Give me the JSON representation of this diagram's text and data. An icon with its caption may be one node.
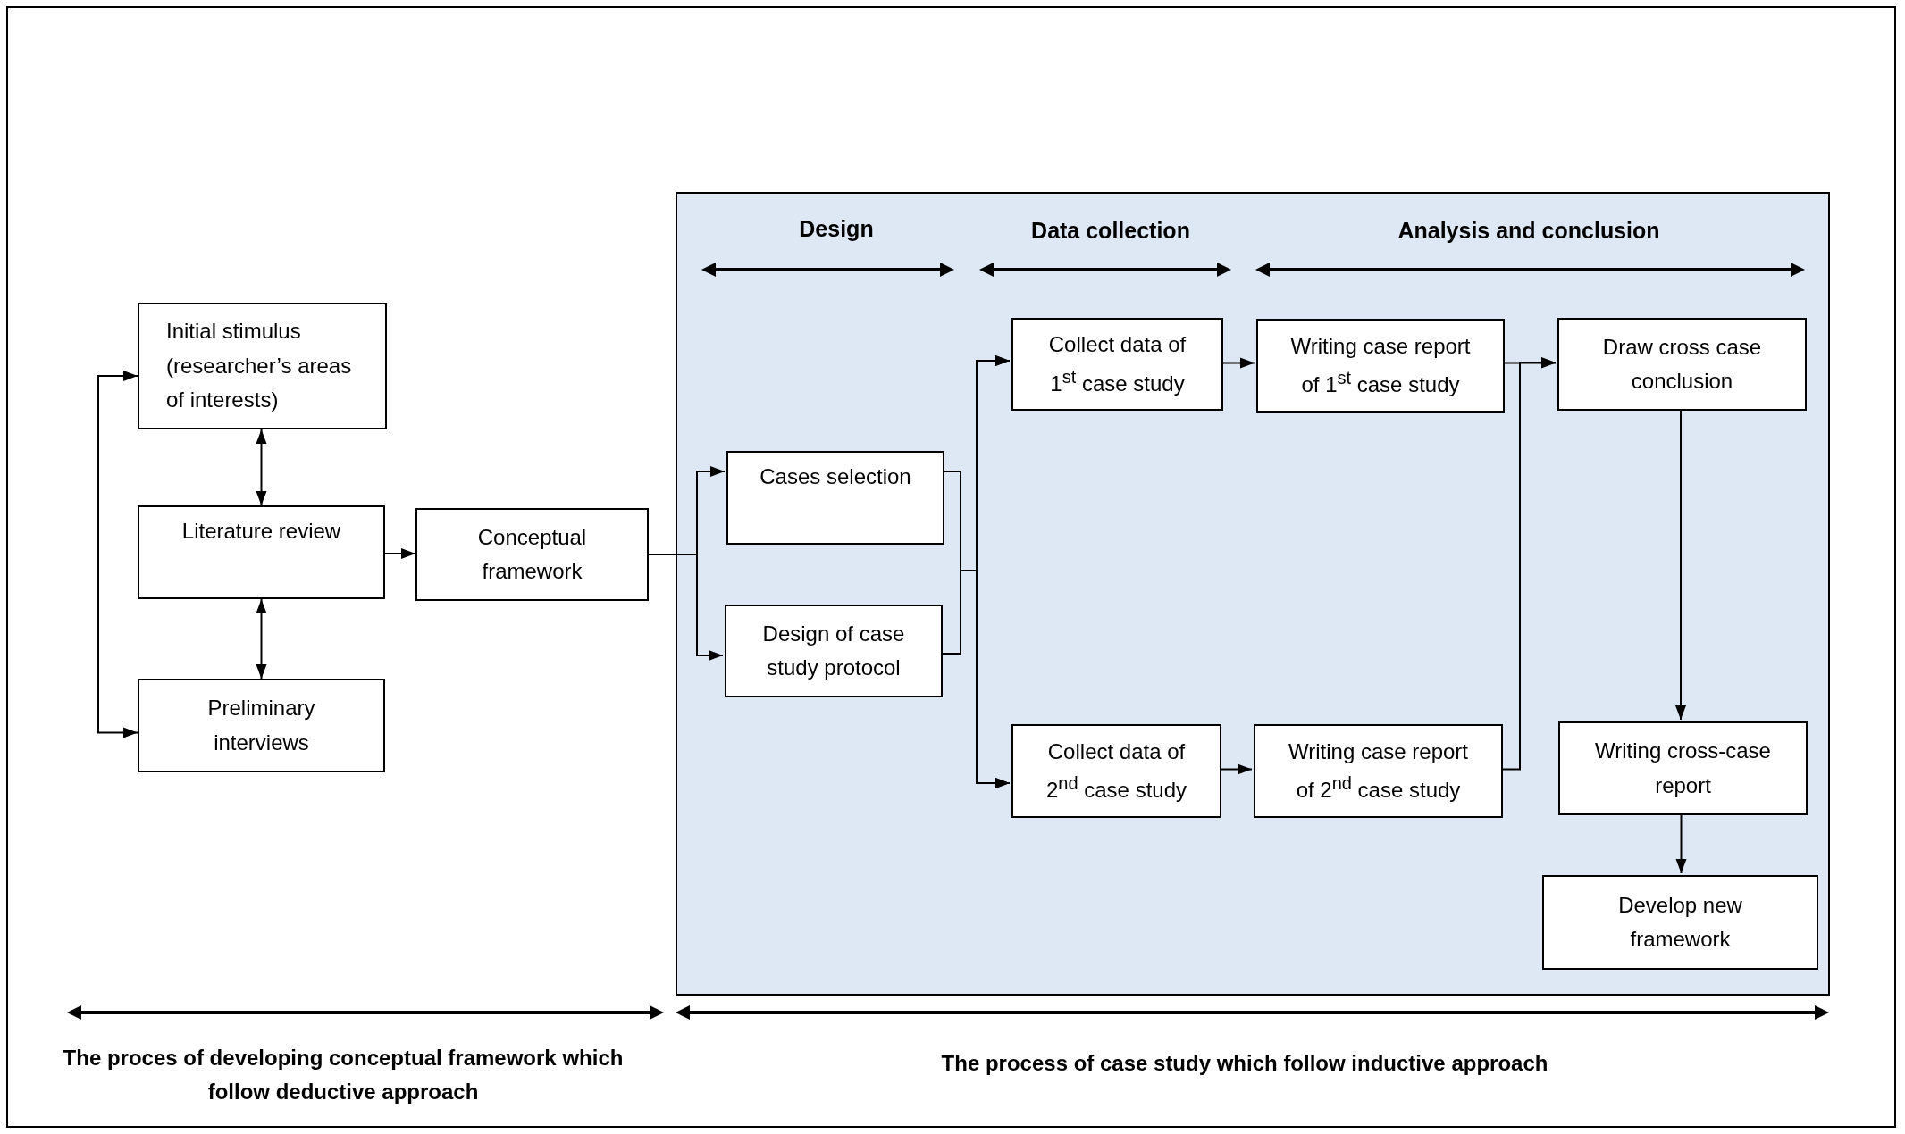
{
  "diagram": {
    "nodes": [
      {
        "text": [
          "Initial stimulus (researcher’s areas of interests)"
        ]
      },
      {
        "text": [
          "Literature review"
        ]
      },
      {
        "text": [
          "Preliminary interviews"
        ]
      },
      {
        "text": [
          "Conceptual framework"
        ]
      },
      {
        "text": [],
        "shape": "box"
      },
      {
        "text": [
          "Cases selection"
        ],
        "in": 4
      },
      {
        "text": [
          "Design of case study protocol"
        ],
        "in": 4
      },
      {
        "text": [
          "Collect data of 1$^{st}$ case study"
        ],
        "in": 4
      },
      {
        "text": [
          "Collect data of 2$^{nd}$ case study"
        ],
        "in": 4
      },
      {
        "text": [
          "Writing case report of 1$^{st}$ case study"
        ],
        "in": 4
      },
      {
        "text": [
          "Writing case report of 2$^{nd}$ case study"
        ],
        "in": 4
      },
      {
        "text": [
          "Draw cross case conclusion"
        ],
        "in": 4
      },
      {
        "text": [
          "Writing cross-case report"
        ],
        "in": 4
      },
      {
        "text": [
          "Develop new framework"
        ],
        "in": 4
      }
    ],
    "edges": [
      {
        "from": 0,
        "to": 1,
        "arrow": "both"
      },
      {
        "from": 1,
        "to": 2,
        "arrow": "both"
      },
      {
        "from": 0,
        "to": 2,
        "arrow": "both"
      },
      {
        "from": 1,
        "to": 3,
        "arrow": "to"
      },
      {
        "from": 3,
        "to": 5,
        "arrow": "to"
      },
      {
        "from": 3,
        "to": 6,
        "arrow": "to"
      },
      {
        "from": 5,
        "to": 7,
        "arrow": "to"
      },
      {
        "from": 5,
        "to": 8,
        "arrow": "to"
      },
      {
        "from": 6,
        "to": 7,
        "arrow": "to"
      },
      {
        "from": 6,
        "to": 8,
        "arrow": "to"
      },
      {
        "from": 7,
        "to": 9,
        "arrow": "to"
      },
      {
        "from": 8,
        "to": 10,
        "arrow": "to"
      },
      {
        "from": 9,
        "to": 11,
        "arrow": "to"
      },
      {
        "from": 10,
        "to": 11,
        "arrow": "to"
      },
      {
        "from": 11,
        "to": 12,
        "arrow": "to"
      },
      {
        "from": 12,
        "to": 13,
        "arrow": "to"
      }
    ],
    "labels": [
      "Design",
      "Data collection",
      "Analysis and conclusion",
      "The proces of developing conceptual framework which follow deductive approach",
      "The process of case study which follow inductive approach"
    ]
  }
}
